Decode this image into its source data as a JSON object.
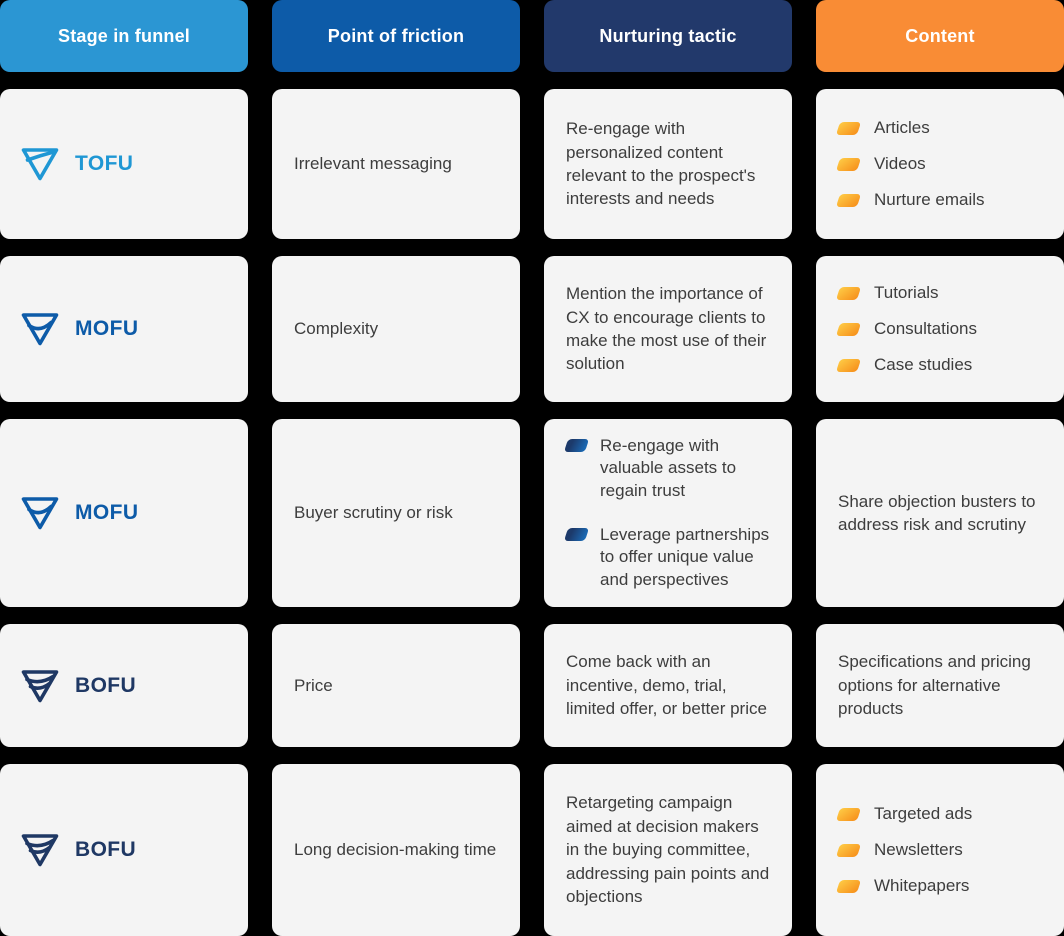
{
  "page": {
    "background_color": "#000000",
    "card_background": "#f4f4f4",
    "body_text_color": "#3d3d3d"
  },
  "headers": [
    {
      "label": "Stage in funnel",
      "color": "#2b96d3"
    },
    {
      "label": "Point of friction",
      "color": "#0d5ba8"
    },
    {
      "label": "Nurturing tactic",
      "color": "#22396b"
    },
    {
      "label": "Content",
      "color": "#f98c35"
    }
  ],
  "icons": {
    "stage_icon": "funnel-icon",
    "list_bullet": "parallelogram-bullet-icon",
    "bullet_orange_gradient": [
      "#fec944",
      "#f7941e"
    ],
    "bullet_blue_gradient": [
      "#1c3a6b",
      "#1b6ab5"
    ]
  },
  "rows": [
    {
      "stage": {
        "label": "TOFU",
        "color": "#1f97d4",
        "icon": "funnel-icon"
      },
      "friction": "Irrelevant messaging",
      "tactic": {
        "text": "Re-engage with personalized content relevant to the prospect's interests and needs"
      },
      "content": {
        "items": [
          "Articles",
          "Videos",
          "Nurture emails"
        ]
      }
    },
    {
      "stage": {
        "label": "MOFU",
        "color": "#0d5ba8",
        "icon": "funnel-icon"
      },
      "friction": "Complexity",
      "tactic": {
        "text": "Mention the importance of CX to encourage clients to make the most use of their solution"
      },
      "content": {
        "items": [
          "Tutorials",
          "Consultations",
          "Case studies"
        ]
      }
    },
    {
      "stage": {
        "label": "MOFU",
        "color": "#0d5ba8",
        "icon": "funnel-icon"
      },
      "friction": "Buyer scrutiny or risk",
      "tactic": {
        "bullets": [
          "Re-engage with valuable assets to regain trust",
          "Leverage partnerships to offer unique value and perspectives"
        ]
      },
      "content": {
        "text": "Share objection busters to address risk and scrutiny"
      }
    },
    {
      "stage": {
        "label": "BOFU",
        "color": "#1f3864",
        "icon": "funnel-icon"
      },
      "friction": "Price",
      "tactic": {
        "text": "Come back with an incentive, demo, trial, limited offer, or better price"
      },
      "content": {
        "text": "Specifications and pricing options for alternative products"
      }
    },
    {
      "stage": {
        "label": "BOFU",
        "color": "#1f3864",
        "icon": "funnel-icon"
      },
      "friction": "Long decision-making time",
      "tactic": {
        "text": "Retargeting campaign aimed at decision makers in the buying committee, addressing pain points and objections"
      },
      "content": {
        "items": [
          "Targeted ads",
          "Newsletters",
          "Whitepapers"
        ]
      }
    }
  ]
}
